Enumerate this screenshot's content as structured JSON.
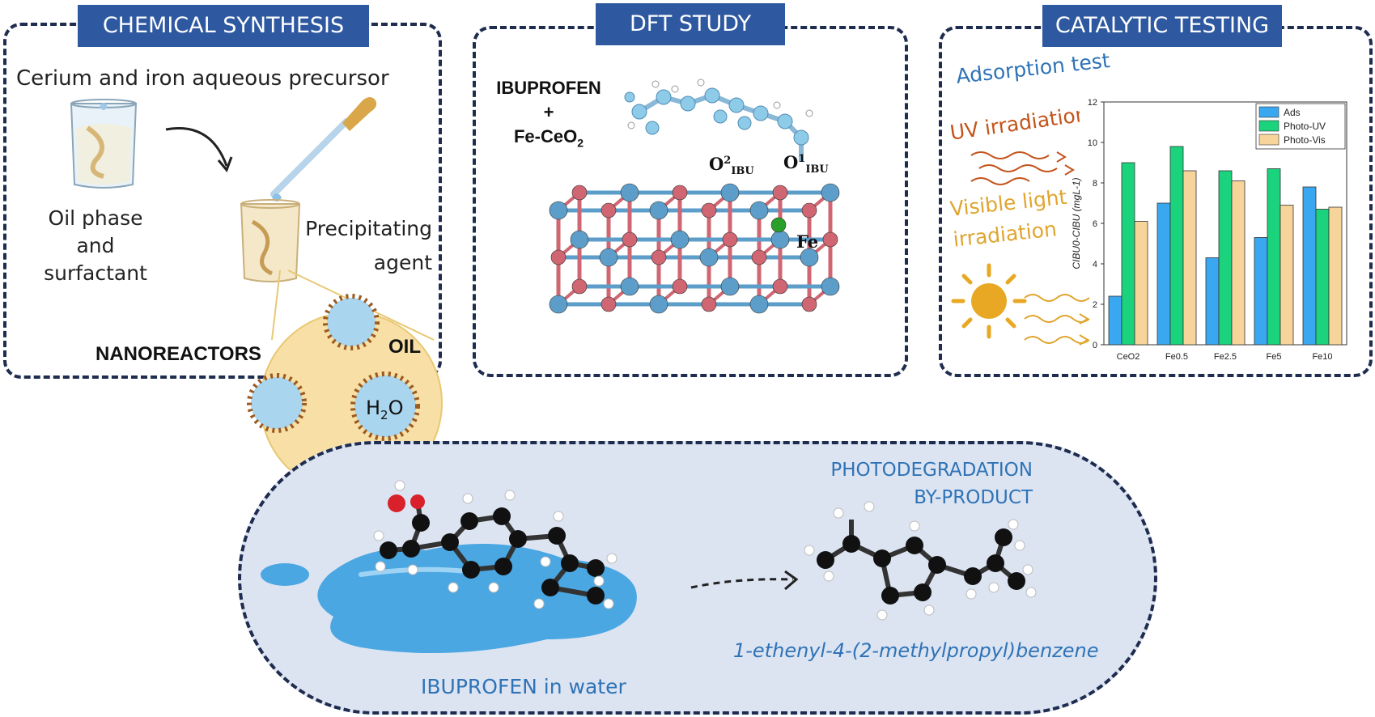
{
  "synthesis": {
    "title": "CHEMICAL SYNTHESIS",
    "precursor": "Cerium and iron aqueous precursor",
    "oil_phase": "Oil phase and surfactant",
    "precipitating": "Precipitating agent",
    "nanoreactors": "NANOREACTORS",
    "oil": "OIL",
    "water": "H2O"
  },
  "dft": {
    "title": "DFT STUDY",
    "ibuprofen": "IBUPROFEN",
    "plus": "+",
    "catalyst": "Fe-CeO2",
    "o2_label": "O2IBU",
    "o1_label": "O1IBU",
    "fe_label": "Fe"
  },
  "catalytic": {
    "title": "CATALYTIC TESTING",
    "adsorption": "Adsorption test",
    "uv": "UV irradiation",
    "visible": "Visible light irradiation"
  },
  "degradation": {
    "byproduct_title": "PHOTODEGRADATION BY-PRODUCT",
    "byproduct_name": "1-ethenyl-4-(2-methylpropyl)benzene",
    "ibuprofen_water": "IBUPROFEN in water"
  },
  "colors": {
    "navy": "#1e2c4f",
    "banner": "#2e59a0",
    "ads": "#3aa8f0",
    "photo_uv": "#1ad37c",
    "photo_vis": "#f7d49a",
    "ce": "#5c9ec9",
    "o": "#cf6672"
  },
  "chart_data": {
    "type": "bar",
    "categories": [
      "CeO2",
      "Fe0.5",
      "Fe2.5",
      "Fe5",
      "Fe10"
    ],
    "series": [
      {
        "name": "Ads",
        "values": [
          2.4,
          7.0,
          4.3,
          5.3,
          7.8
        ]
      },
      {
        "name": "Photo-UV",
        "values": [
          9.0,
          9.8,
          8.6,
          8.7,
          6.7
        ]
      },
      {
        "name": "Photo-Vis",
        "values": [
          6.1,
          8.6,
          8.1,
          6.9,
          6.8
        ]
      }
    ],
    "ylabel": "CIBU0-CIBU (mgL-1)",
    "ylim": [
      0,
      12
    ],
    "yticks": [
      0,
      2,
      4,
      6,
      8,
      10,
      12
    ],
    "legend": "top-right"
  }
}
